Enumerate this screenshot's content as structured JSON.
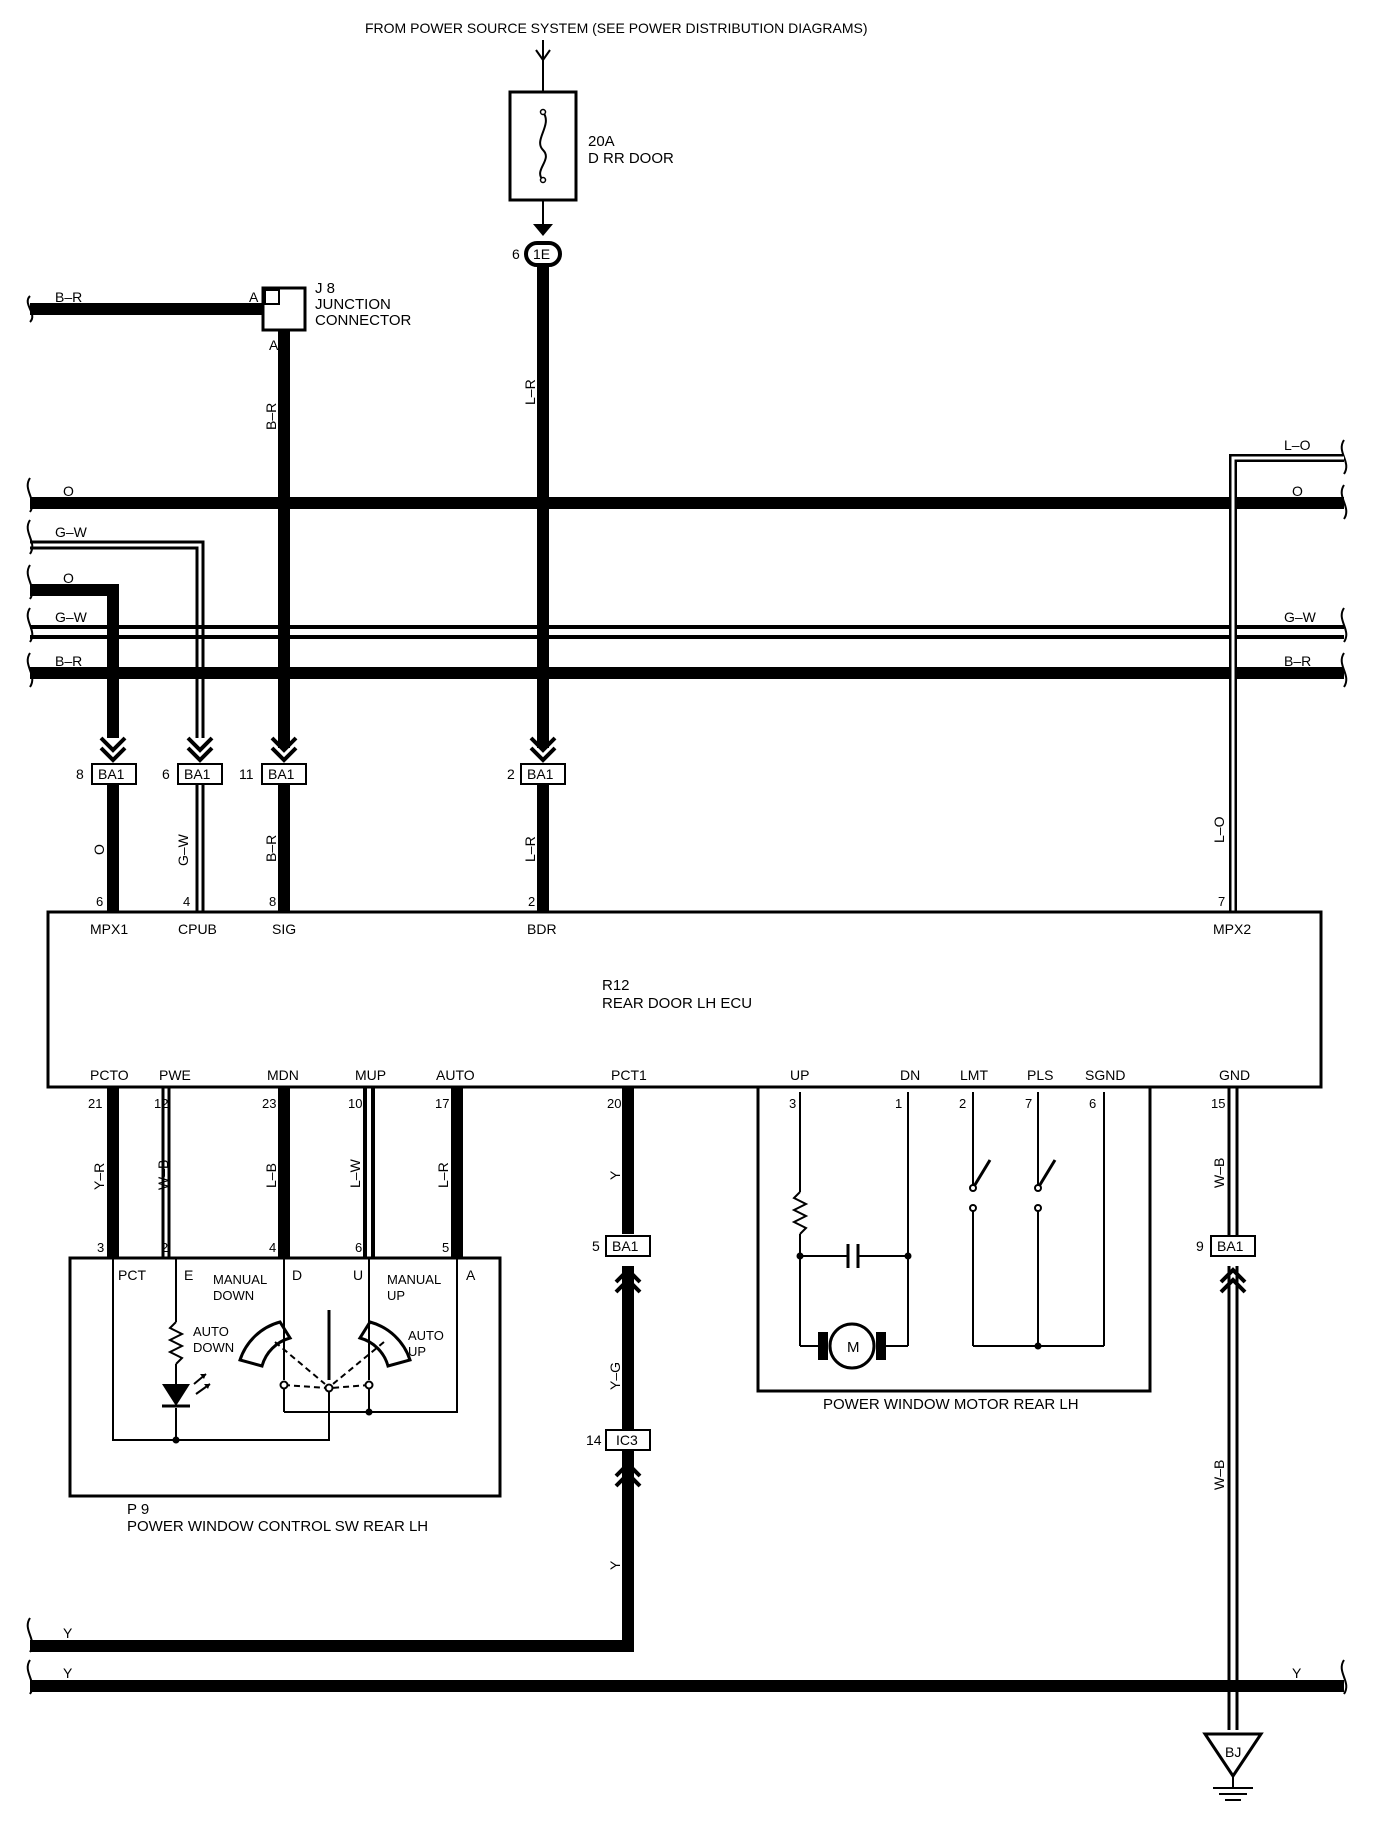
{
  "header": "FROM POWER SOURCE SYSTEM (SEE POWER DISTRIBUTION DIAGRAMS)",
  "fuse": {
    "rating": "20A",
    "name": "D RR DOOR",
    "connector": "1E",
    "pin": "6"
  },
  "junction": {
    "id": "J 8",
    "line1": "JUNCTION",
    "line2": "CONNECTOR",
    "pin_in": "A",
    "pin_out": "A"
  },
  "left_wires": {
    "br_top": "B–R",
    "o1": "O",
    "gw1": "G–W",
    "o2": "O",
    "gw2": "G–W",
    "br2": "B–R",
    "y1": "Y",
    "y2": "Y"
  },
  "right_wires": {
    "lo": "L–O",
    "o": "O",
    "gw": "G–W",
    "br": "B–R",
    "y": "Y"
  },
  "vertical_wire_labels": {
    "junction_down": "B–R",
    "fuse_down": "L–R",
    "mpx1": "O",
    "cpub": "G–W",
    "sig": "B–R",
    "bdr": "L–R",
    "mpx2": "L–O",
    "pcto": "Y–R",
    "pwe": "W–B",
    "mdn": "L–B",
    "mup": "L–W",
    "auto": "L–R",
    "pct1_upper": "Y",
    "pct1_mid": "Y–G",
    "pct1_lower": "Y",
    "gnd_upper": "W–B",
    "gnd_lower": "W–B"
  },
  "ba1_connectors": [
    {
      "pin": "8",
      "label": "BA1"
    },
    {
      "pin": "6",
      "label": "BA1"
    },
    {
      "pin": "11",
      "label": "BA1"
    },
    {
      "pin": "2",
      "label": "BA1"
    }
  ],
  "ecu": {
    "id": "R12",
    "name": "REAR DOOR LH ECU",
    "top_pins": [
      {
        "num": "6",
        "name": "MPX1"
      },
      {
        "num": "4",
        "name": "CPUB"
      },
      {
        "num": "8",
        "name": "SIG"
      },
      {
        "num": "2",
        "name": "BDR"
      },
      {
        "num": "7",
        "name": "MPX2"
      }
    ],
    "bottom_pins": [
      {
        "num": "21",
        "name": "PCTO"
      },
      {
        "num": "12",
        "name": "PWE"
      },
      {
        "num": "23",
        "name": "MDN"
      },
      {
        "num": "10",
        "name": "MUP"
      },
      {
        "num": "17",
        "name": "AUTO"
      },
      {
        "num": "20",
        "name": "PCT1"
      },
      {
        "num": "3",
        "name": "UP"
      },
      {
        "num": "1",
        "name": "DN"
      },
      {
        "num": "2",
        "name": "LMT"
      },
      {
        "num": "7",
        "name": "PLS"
      },
      {
        "num": "6",
        "name": "SGND"
      },
      {
        "num": "15",
        "name": "GND"
      }
    ]
  },
  "switch": {
    "id": "P 9",
    "name": "POWER WINDOW CONTROL SW REAR LH",
    "pins": [
      "3",
      "2",
      "4",
      "6",
      "5"
    ],
    "terminals": [
      "PCT",
      "E",
      "D",
      "U",
      "A"
    ],
    "manual_down": [
      "MANUAL",
      "DOWN"
    ],
    "manual_up": [
      "MANUAL",
      "UP"
    ],
    "auto_down": [
      "AUTO",
      "DOWN"
    ],
    "auto_up": [
      "AUTO",
      "UP"
    ]
  },
  "motor": {
    "name": "POWER WINDOW MOTOR REAR LH",
    "symbol": "M"
  },
  "pct1_connectors": [
    {
      "pin": "5",
      "label": "BA1"
    },
    {
      "pin": "14",
      "label": "IC3"
    }
  ],
  "gnd_connector": {
    "pin": "9",
    "label": "BA1"
  },
  "ground": "BJ"
}
